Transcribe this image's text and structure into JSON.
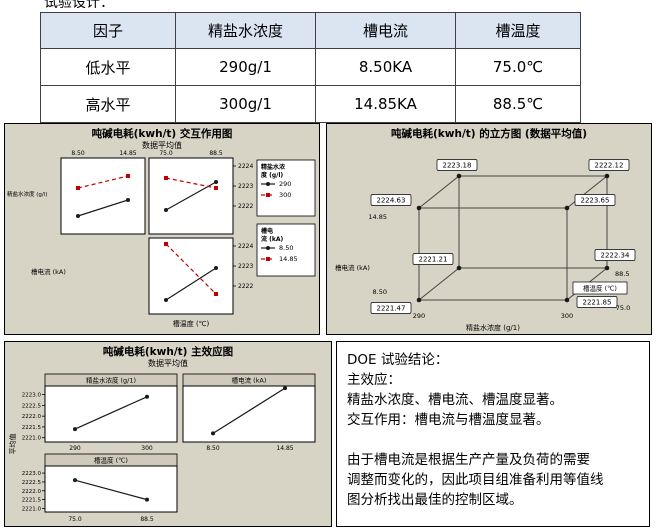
{
  "page": {
    "clipped_caption": "试验设计："
  },
  "colors": {
    "chart_bg": "#d7d3c5",
    "table_header_bg": "#dbe5f1",
    "series_black": "#1a1a1a",
    "series_red": "#c00000"
  },
  "factor_table": {
    "headers": [
      "因子",
      "精盐水浓度",
      "槽电流",
      "槽温度"
    ],
    "rows": [
      {
        "label": "低水平",
        "values": [
          "290g/1",
          "8.50KA",
          "75.0℃"
        ]
      },
      {
        "label": "高水平",
        "values": [
          "300g/1",
          "14.85KA",
          "88.5℃"
        ]
      }
    ]
  },
  "chart_data": [
    {
      "type": "line",
      "name": "interaction-plot",
      "title": "吨碱电耗(kwh/t) 交互作用图",
      "subtitle": "数据平均值",
      "ylim": [
        2220.6,
        2224.4
      ],
      "right_ticks": [
        "2224",
        "2223",
        "2222"
      ],
      "bottom_label": "槽温度 (℃)",
      "row_labels": [
        "精盐水浓度 (g/l)",
        "槽电流 (kA)"
      ],
      "col_ticks": [
        [
          "8.50",
          "14.85"
        ],
        [
          "75.0",
          "88.5"
        ]
      ],
      "panels": [
        {
          "row": 0,
          "col": 0,
          "x_factor": "槽电流 (kA)",
          "series": [
            {
              "key": "290",
              "color": "#1a1a1a",
              "dash": "solid",
              "marker": "circle",
              "values": [
                2221.5,
                2222.3
              ]
            },
            {
              "key": "300",
              "color": "#c00000",
              "dash": "dashed",
              "marker": "square",
              "values": [
                2222.9,
                2223.5
              ]
            }
          ]
        },
        {
          "row": 0,
          "col": 1,
          "x_factor": "槽温度 (℃)",
          "series": [
            {
              "key": "290",
              "color": "#1a1a1a",
              "dash": "solid",
              "marker": "circle",
              "values": [
                2221.8,
                2223.2
              ]
            },
            {
              "key": "300",
              "color": "#c00000",
              "dash": "dashed",
              "marker": "square",
              "values": [
                2223.4,
                2222.9
              ]
            }
          ]
        },
        {
          "row": 1,
          "col": 1,
          "x_factor": "槽温度 (℃)",
          "series": [
            {
              "key": "8.50",
              "color": "#1a1a1a",
              "dash": "solid",
              "marker": "circle",
              "values": [
                2221.3,
                2222.9
              ]
            },
            {
              "key": "14.85",
              "color": "#c00000",
              "dash": "dashed",
              "marker": "square",
              "values": [
                2224.1,
                2221.6
              ]
            }
          ]
        }
      ],
      "legends": [
        {
          "title_lines": [
            "精盐水浓",
            "度 (g/l)"
          ],
          "entries": [
            {
              "label": "290",
              "color": "#1a1a1a",
              "dash": "solid",
              "marker": "circle"
            },
            {
              "label": "300",
              "color": "#c00000",
              "dash": "dashed",
              "marker": "square"
            }
          ]
        },
        {
          "title_lines": [
            "槽电",
            "流 (kA)"
          ],
          "entries": [
            {
              "label": "8.50",
              "color": "#1a1a1a",
              "dash": "solid",
              "marker": "circle"
            },
            {
              "label": "14.85",
              "color": "#c00000",
              "dash": "dashed",
              "marker": "square"
            }
          ]
        }
      ]
    },
    {
      "type": "cube",
      "name": "cube-plot",
      "title": "吨碱电耗(kwh/t) 的立方图 (数据平均值)",
      "axes": {
        "x": {
          "label": "精盐水浓度 (g/1)",
          "ticks": [
            "290",
            "300"
          ]
        },
        "y": {
          "label": "槽电流 (kA)",
          "ticks": [
            "8.50",
            "14.85"
          ]
        },
        "z": {
          "label": "槽温度 (℃)",
          "ticks": [
            "75.0",
            "88.5"
          ]
        }
      },
      "corners": [
        {
          "pos": "back-top-left",
          "x": "290",
          "y": "14.85",
          "z": "88.5",
          "value": "2223.18"
        },
        {
          "pos": "back-top-right",
          "x": "300",
          "y": "14.85",
          "z": "88.5",
          "value": "2222.12"
        },
        {
          "pos": "front-top-left",
          "x": "290",
          "y": "14.85",
          "z": "75.0",
          "value": "2224.63"
        },
        {
          "pos": "front-top-right",
          "x": "300",
          "y": "14.85",
          "z": "75.0",
          "value": "2223.65"
        },
        {
          "pos": "back-bottom-left",
          "x": "290",
          "y": "8.50",
          "z": "88.5",
          "value": "2221.21"
        },
        {
          "pos": "back-bottom-right",
          "x": "300",
          "y": "8.50",
          "z": "88.5",
          "value": "2222.34"
        },
        {
          "pos": "front-bottom-left",
          "x": "290",
          "y": "8.50",
          "z": "75.0",
          "value": "2221.47"
        },
        {
          "pos": "front-bottom-right",
          "x": "300",
          "y": "8.50",
          "z": "75.0",
          "value": "2221.85"
        }
      ]
    },
    {
      "type": "line",
      "name": "main-effects-plot",
      "title": "吨碱电耗(kwh/t) 主效应图",
      "subtitle": "数据平均值",
      "ylabel": "平均值",
      "ylim": [
        2220.8,
        2223.4
      ],
      "yticks": [
        "2223.0",
        "2222.5",
        "2222.0",
        "2221.5",
        "2221.0"
      ],
      "panels": [
        {
          "factor": "精盐水浓度 (g/1)",
          "x_labels": [
            "290",
            "300"
          ],
          "values": [
            2221.4,
            2222.9
          ]
        },
        {
          "factor": "槽电流 (kA)",
          "x_labels": [
            "8.50",
            "14.85"
          ],
          "values": [
            2221.2,
            2223.3
          ]
        },
        {
          "factor": "槽温度 (℃)",
          "x_labels": [
            "75.0",
            "88.5"
          ],
          "values": [
            2222.6,
            2221.5
          ]
        }
      ]
    }
  ],
  "conclusion": {
    "lines": [
      "DOE 试验结论：",
      "主效应：",
      "精盐水浓度、槽电流、槽温度显著。",
      "交互作用：槽电流与槽温度显著。",
      "",
      "由于槽电流是根据生产产量及负荷的需要",
      "调整而变化的，因此项目组准备利用等值线",
      "图分析找出最佳的控制区域。"
    ]
  }
}
